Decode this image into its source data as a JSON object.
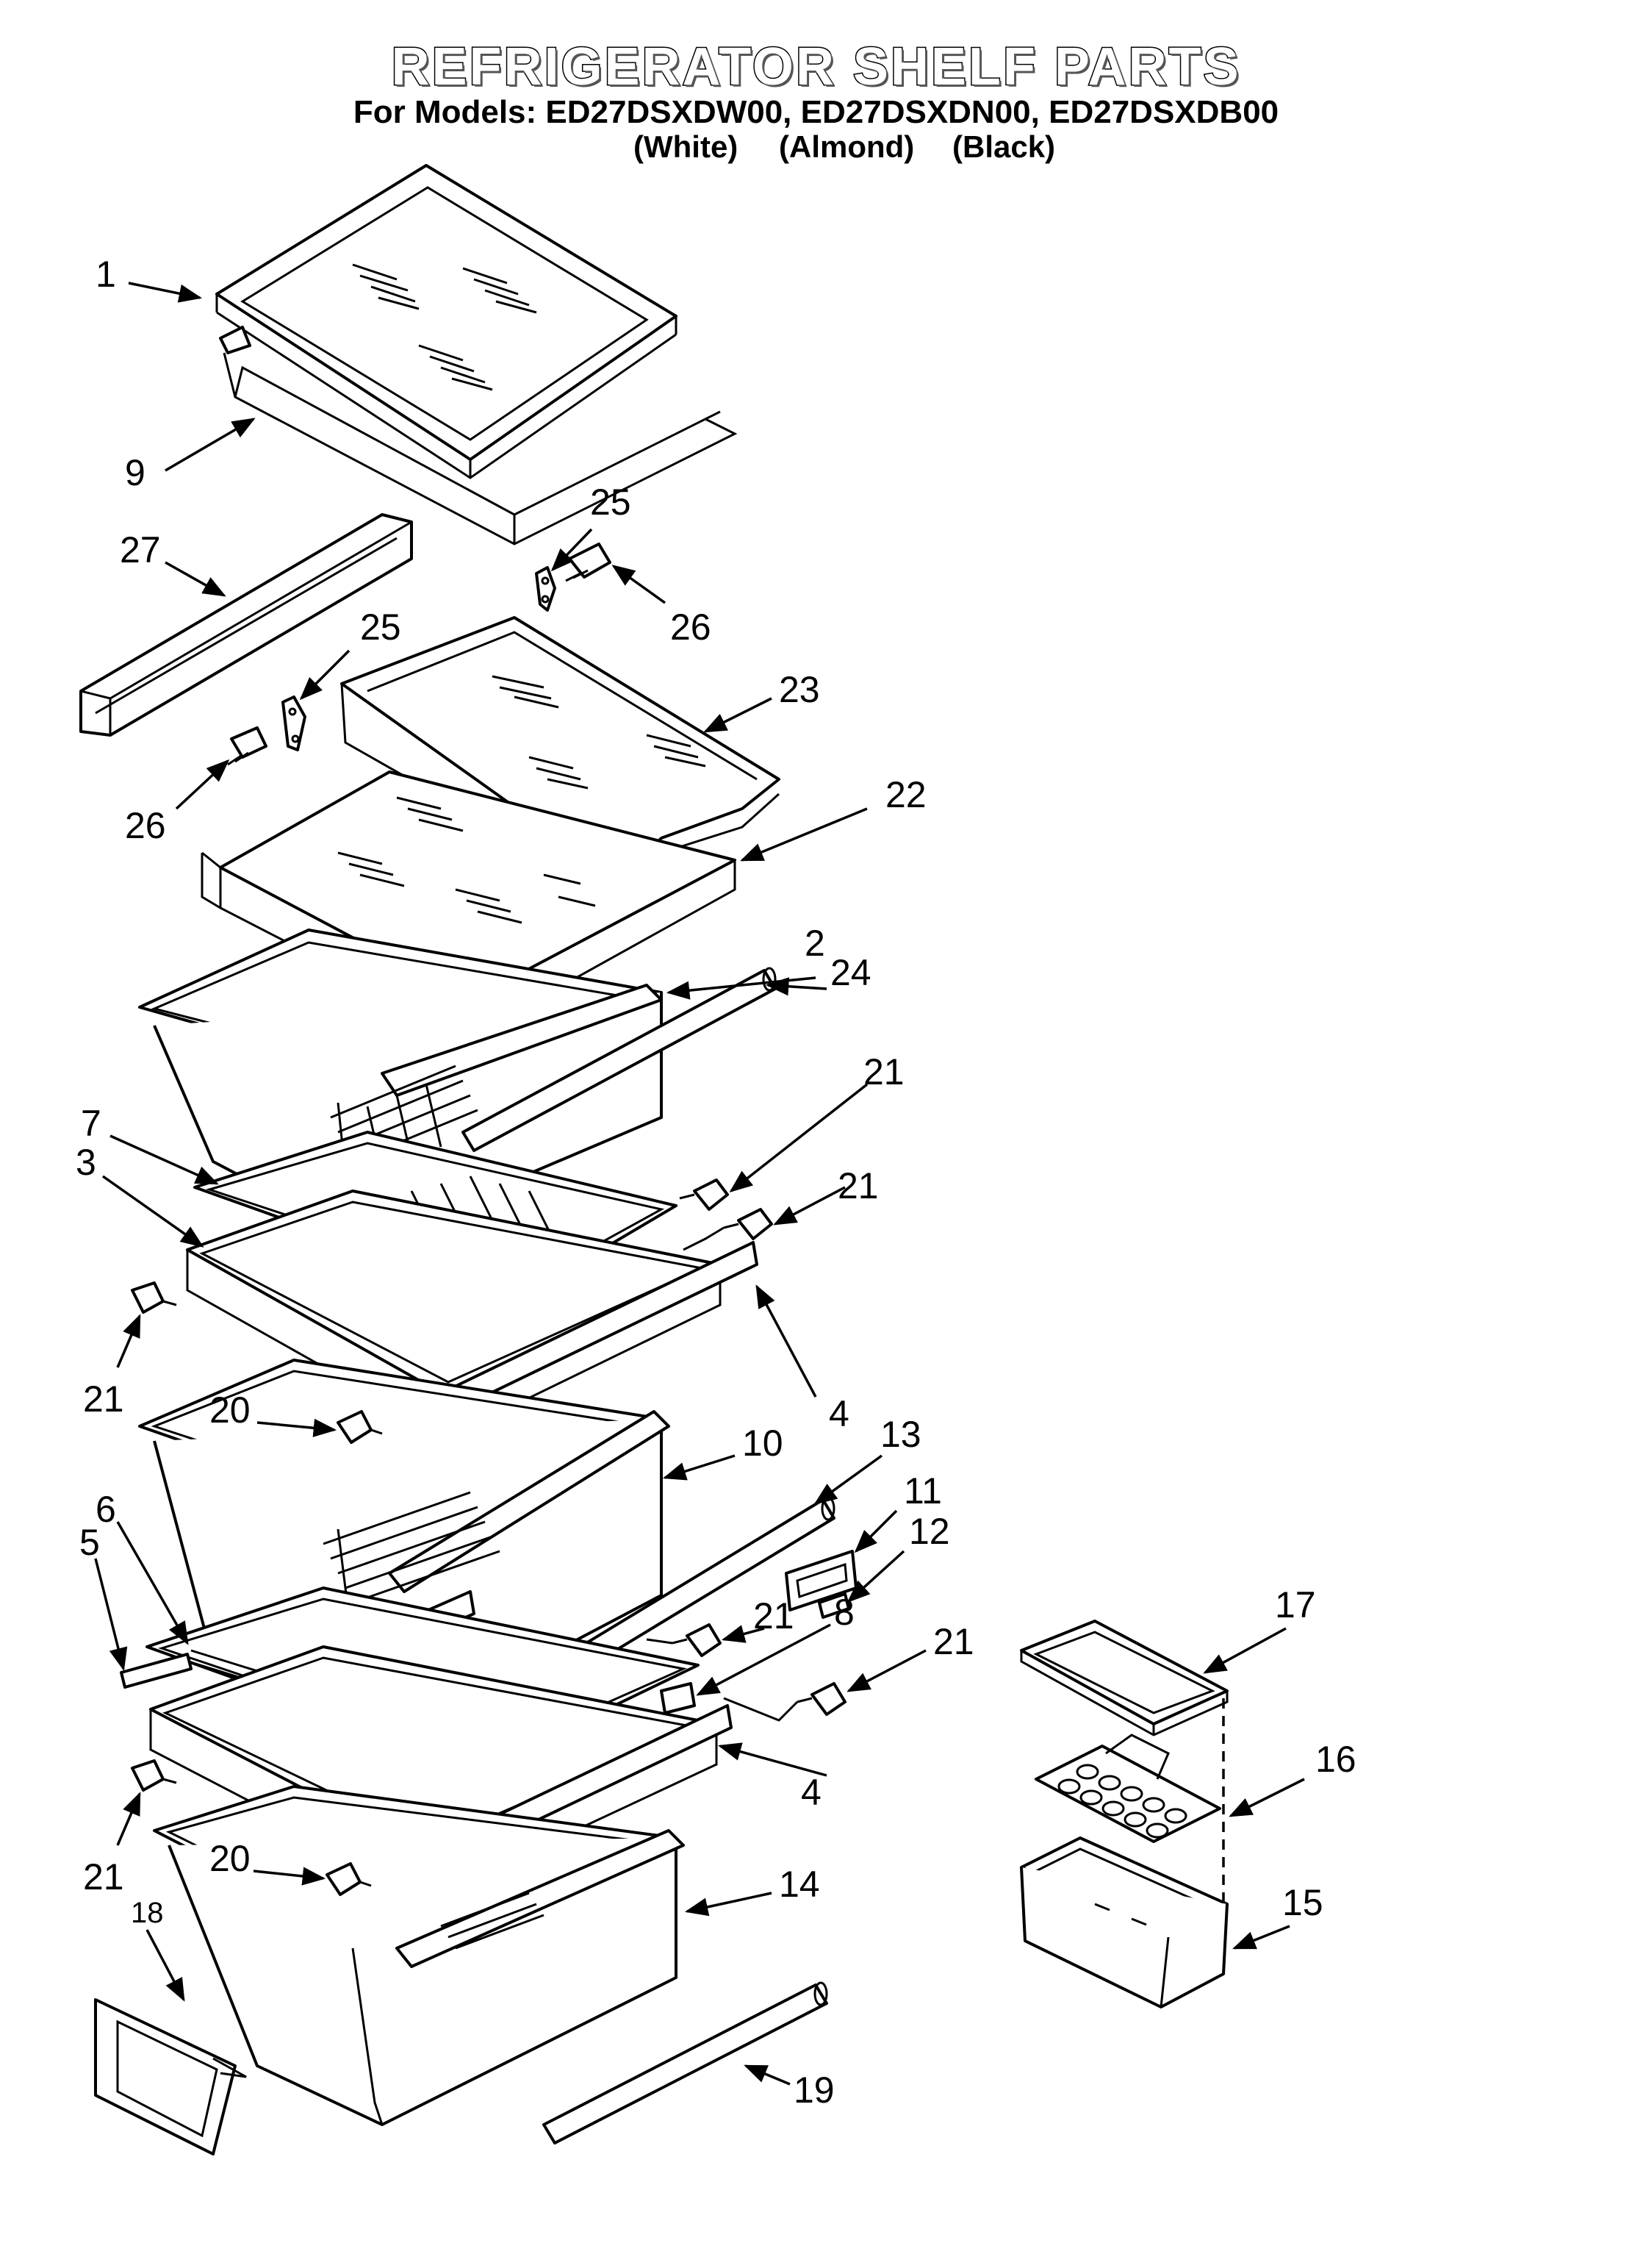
{
  "header": {
    "title": "REFRIGERATOR SHELF PARTS",
    "models": "For Models: ED27DSXDW00, ED27DSXDN00, ED27DSXDB00",
    "colors": [
      "(White)",
      "(Almond)",
      "(Black)"
    ]
  },
  "callouts": {
    "c1": "1",
    "c2": "2",
    "c3": "3",
    "c4a": "4",
    "c4b": "4",
    "c5": "5",
    "c6": "6",
    "c7": "7",
    "c8": "8",
    "c9": "9",
    "c10": "10",
    "c11": "11",
    "c12": "12",
    "c13": "13",
    "c14": "14",
    "c15": "15",
    "c16": "16",
    "c17": "17",
    "c18": "18",
    "c19": "19",
    "c20a": "20",
    "c20b": "20",
    "c21a": "21",
    "c21b": "21",
    "c21c": "21",
    "c21d": "21",
    "c21e": "21",
    "c21f": "21",
    "c22": "22",
    "c23": "23",
    "c24": "24",
    "c25a": "25",
    "c25b": "25",
    "c26a": "26",
    "c26b": "26",
    "c27": "27"
  }
}
